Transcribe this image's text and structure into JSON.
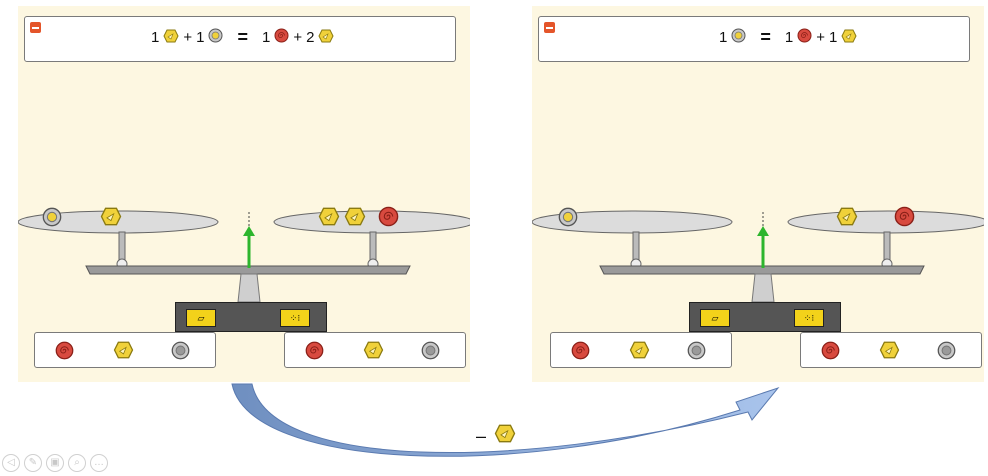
{
  "left_panel": {
    "equation": {
      "lhs": [
        {
          "coef": "1",
          "token": "hexagon"
        },
        {
          "op": "+"
        },
        {
          "coef": "1",
          "token": "ring"
        }
      ],
      "equals": "=",
      "rhs": [
        {
          "coef": "1",
          "token": "spiral"
        },
        {
          "op": "+"
        },
        {
          "coef": "2",
          "token": "hexagon"
        }
      ]
    },
    "left_pan_tokens": [
      "ring",
      "hexagon"
    ],
    "right_pan_tokens": [
      "hexagon",
      "hexagon",
      "spiral"
    ],
    "left_drawer": [
      "spiral",
      "hexagon",
      "ring"
    ],
    "right_drawer": [
      "spiral",
      "hexagon",
      "ring"
    ],
    "balance_state": "balanced"
  },
  "right_panel": {
    "equation": {
      "lhs": [
        {
          "coef": "1",
          "token": "ring"
        }
      ],
      "equals": "=",
      "rhs": [
        {
          "coef": "1",
          "token": "spiral"
        },
        {
          "op": "+"
        },
        {
          "coef": "1",
          "token": "hexagon"
        }
      ]
    },
    "left_pan_tokens": [
      "ring"
    ],
    "right_pan_tokens": [
      "hexagon",
      "spiral"
    ],
    "left_drawer": [
      "spiral",
      "hexagon",
      "ring"
    ],
    "right_drawer": [
      "spiral",
      "hexagon",
      "ring"
    ],
    "balance_state": "balanced"
  },
  "transition": {
    "operator": "–",
    "token": "hexagon"
  },
  "icons": {
    "collapse": "collapse-icon",
    "eraser": "eraser-icon",
    "tally": "grouping-icon"
  },
  "colors": {
    "panel_bg": "#fdf7e1",
    "hexagon": "#f0d13a",
    "ring": "#c8c8c8",
    "spiral": "#d84a3f",
    "arrow": "#8fb1e0",
    "indicator": "#2db52d"
  },
  "toolbar": {
    "buttons": [
      "◁",
      "✎",
      "▣",
      "⌕",
      "…"
    ]
  }
}
